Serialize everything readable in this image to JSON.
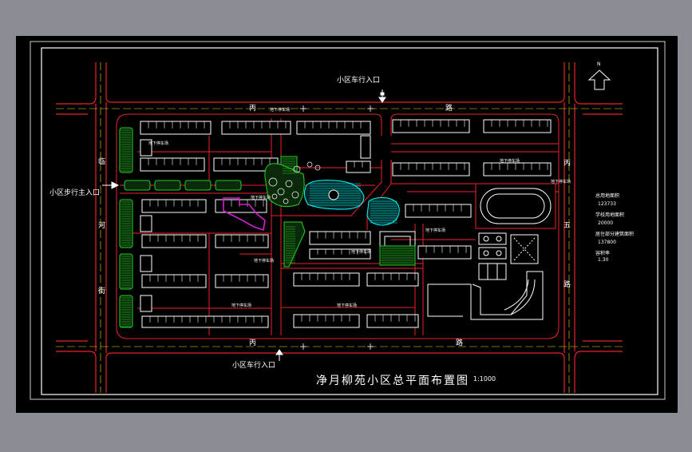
{
  "plan": {
    "title": "净月柳苑小区总平面布置图",
    "scale": "1:1000",
    "north": "N",
    "entrances": {
      "vehicle_north": "小区车行入口",
      "vehicle_south": "小区车行入口",
      "pedestrian_main": "小区步行主入口"
    },
    "road_labels": {
      "top_left": "丙",
      "top_right": "路",
      "bottom_left": "丙",
      "bottom_right": "路",
      "left_1": "临",
      "left_2": "河",
      "left_3": "街",
      "right_1": "丙",
      "right_2": "五",
      "right_3": "路"
    },
    "stats": [
      {
        "label": "总用地面积",
        "value": "123733"
      },
      {
        "label": "学校用地面积",
        "value": "20000"
      },
      {
        "label": "居住部分建筑面积",
        "value": "137800"
      },
      {
        "label": "容积率",
        "value": "1.30"
      }
    ],
    "building_tags": [
      "地下停车场",
      "地下停车场",
      "地下停车场",
      "地下停车场",
      "地下停车场",
      "地下停车场",
      "地下停车场",
      "地下停车场",
      "地下停车场",
      "地下停车场"
    ]
  },
  "colors": {
    "frame_bg": "#000000",
    "road": "#e8232a",
    "building": "#ffffff",
    "green": "#1fd41f",
    "water": "#00ffff",
    "magenta": "#d21fd2",
    "centerline": "#e6e600"
  }
}
